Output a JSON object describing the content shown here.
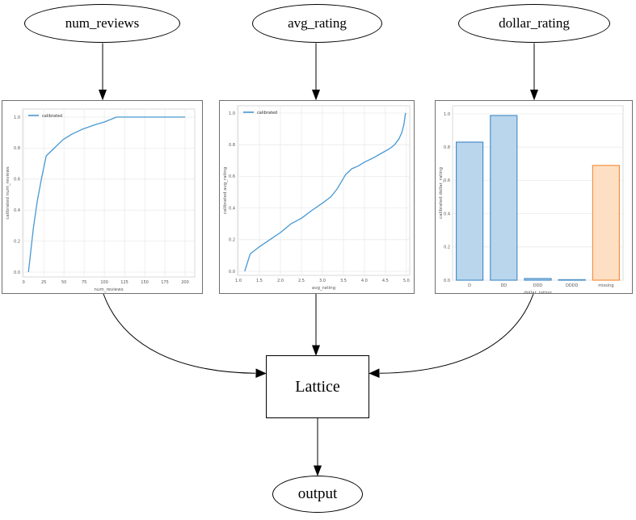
{
  "nodes": {
    "num_reviews": {
      "label": "num_reviews"
    },
    "avg_rating": {
      "label": "avg_rating"
    },
    "dollar_rating": {
      "label": "dollar_rating"
    },
    "lattice": {
      "label": "Lattice"
    },
    "output": {
      "label": "output"
    }
  },
  "colors": {
    "line_blue": "#4798d3",
    "bar_blue_fill": "#bad6ec",
    "bar_blue_edge": "#4a90c9",
    "bar_orange_fill": "#fde0c3",
    "bar_orange_edge": "#f58f3e",
    "grid": "#ebebeb",
    "spine": "#d9d9d9",
    "tick_text": "#555555",
    "edge_black": "#000000",
    "chart_border": "#6f6f6f"
  },
  "chart_data": [
    {
      "type": "line",
      "title": "",
      "xlabel": "num_reviews",
      "ylabel": "calibrated num_reviews",
      "legend": [
        "calibrated"
      ],
      "legend_position": "upper left",
      "grid": true,
      "xlim": [
        -1.2,
        212
      ],
      "ylim": [
        0,
        1
      ],
      "xticks": [
        0,
        25,
        50,
        75,
        100,
        125,
        150,
        175,
        200
      ],
      "xtick_labels": [
        "0",
        "25",
        "50",
        "75",
        "100",
        "125",
        "150",
        "175",
        "200"
      ],
      "yticks": [
        0,
        0.2,
        0.4,
        0.6,
        0.8,
        1.0
      ],
      "ytick_labels": [
        "0.0",
        "0.2",
        "0.4",
        "0.6",
        "0.8",
        "1.0"
      ],
      "series": [
        {
          "name": "calibrated",
          "points": [
            [
              6,
              0
            ],
            [
              12,
              0.28
            ],
            [
              17,
              0.46
            ],
            [
              22,
              0.6
            ],
            [
              28,
              0.75
            ],
            [
              38,
              0.8
            ],
            [
              49,
              0.855
            ],
            [
              60,
              0.89
            ],
            [
              72,
              0.92
            ],
            [
              88,
              0.95
            ],
            [
              100,
              0.968
            ],
            [
              115,
              1.0
            ],
            [
              200,
              1.0
            ]
          ]
        }
      ]
    },
    {
      "type": "line",
      "title": "",
      "xlabel": "avg_rating",
      "ylabel": "calibrated avg_rating",
      "legend": [
        "calibrated"
      ],
      "legend_position": "upper left",
      "grid": true,
      "xlim": [
        0.98,
        5.08
      ],
      "ylim": [
        0,
        1
      ],
      "xticks": [
        1.0,
        1.5,
        2.0,
        2.5,
        3.0,
        3.5,
        4.0,
        4.5,
        5.0
      ],
      "xtick_labels": [
        "1.0",
        "1.5",
        "2.0",
        "2.5",
        "3.0",
        "3.5",
        "4.0",
        "4.5",
        "5.0"
      ],
      "yticks": [
        0,
        0.2,
        0.4,
        0.6,
        0.8,
        1.0
      ],
      "ytick_labels": [
        "0.0",
        "0.2",
        "0.4",
        "0.6",
        "0.8",
        "1.0"
      ],
      "series": [
        {
          "name": "calibrated",
          "points": [
            [
              1.15,
              0
            ],
            [
              1.28,
              0.11
            ],
            [
              1.5,
              0.155
            ],
            [
              1.75,
              0.2
            ],
            [
              2.0,
              0.245
            ],
            [
              2.25,
              0.3
            ],
            [
              2.5,
              0.335
            ],
            [
              2.75,
              0.385
            ],
            [
              3.0,
              0.43
            ],
            [
              3.2,
              0.47
            ],
            [
              3.35,
              0.52
            ],
            [
              3.45,
              0.565
            ],
            [
              3.55,
              0.61
            ],
            [
              3.7,
              0.648
            ],
            [
              3.85,
              0.665
            ],
            [
              4.0,
              0.69
            ],
            [
              4.2,
              0.715
            ],
            [
              4.4,
              0.745
            ],
            [
              4.6,
              0.775
            ],
            [
              4.72,
              0.8
            ],
            [
              4.82,
              0.835
            ],
            [
              4.89,
              0.875
            ],
            [
              4.94,
              0.925
            ],
            [
              4.98,
              1.0
            ]
          ]
        }
      ]
    },
    {
      "type": "bar",
      "title": "",
      "xlabel": "dollar_rating",
      "ylabel": "calibrated dollar_rating",
      "grid": true,
      "ylim": [
        0,
        1.05
      ],
      "categories": [
        "D",
        "DD",
        "DDD",
        "DDDD",
        "missing"
      ],
      "values": [
        0.83,
        0.99,
        0.01,
        0.003,
        0.69
      ],
      "bar_color_keys": [
        "blue",
        "blue",
        "blue",
        "blue",
        "orange"
      ],
      "yticks": [
        0,
        0.2,
        0.4,
        0.6,
        0.8,
        1.0
      ],
      "ytick_labels": [
        "0.0",
        "0.2",
        "0.4",
        "0.6",
        "0.8",
        "1.0"
      ]
    }
  ]
}
